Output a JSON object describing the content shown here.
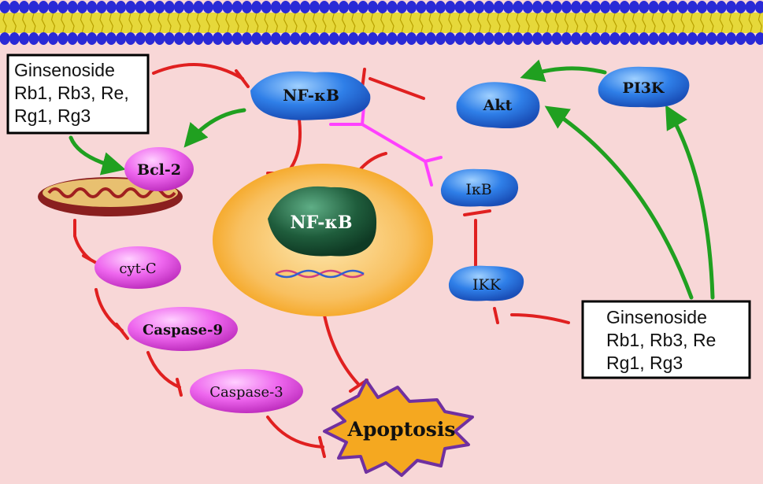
{
  "colors": {
    "background": "#f8d7d7",
    "membrane_head": "#2a2ad6",
    "membrane_tail": "#e6d83a",
    "inhibit": "#e02020",
    "activate": "#20a020",
    "ikb_link": "#ff40ff",
    "blue_node": "#2f7fe8",
    "pink_node": "#ee66ee",
    "nucleus_outer": "#f5a21a",
    "nucleus_inner": "#1f5d3c",
    "apoptosis_fill": "#f5a820",
    "apoptosis_border": "#7030a0"
  },
  "boxes": {
    "top_left": {
      "line1": "Ginsenoside",
      "line2": "Rb1, Rb3, Re,",
      "line3": "Rg1, Rg3"
    },
    "bottom_right": {
      "line1": "Ginsenoside",
      "line2": "Rb1, Rb3, Re",
      "line3": "Rg1, Rg3"
    }
  },
  "nodes": {
    "nfkb_cyto": "NF-κB",
    "nfkb_nuclear": "NF-κB",
    "akt": "Akt",
    "pi3k": "PI3K",
    "ikb": "IκB",
    "ikk": "IKK",
    "bcl2": "Bcl-2",
    "cytc": "cyt-C",
    "casp9": "Caspase-9",
    "casp3": "Caspase-3",
    "apoptosis": "Apoptosis"
  },
  "icons": [
    "membrane-bilayer",
    "mitochondrion-icon",
    "dna-icon"
  ]
}
